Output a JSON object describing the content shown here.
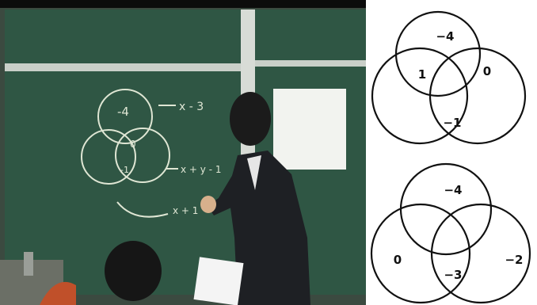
{
  "photo": {
    "board_text": {
      "top_circle": "-4",
      "right_circle": "0",
      "center": "-1",
      "expr1": "x - 3",
      "expr2": "x + y - 1",
      "expr3": "x + 1"
    }
  },
  "diagram_top": {
    "top_region": "−4",
    "left_overlap": "1",
    "right_overlap": "0",
    "bottom_overlap": "−1"
  },
  "diagram_bottom": {
    "top_region": "−4",
    "left_region": "0",
    "right_region": "−2",
    "bottom_overlap": "−3"
  }
}
